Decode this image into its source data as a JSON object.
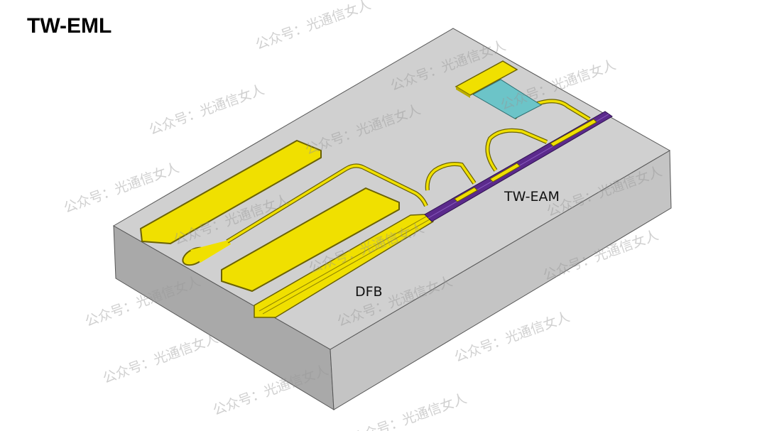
{
  "title": "TW-EML",
  "labels": {
    "eam": "TW-EAM",
    "dfb": "DFB"
  },
  "watermark": "公众号：光通信女人",
  "colors": {
    "chip_top": "#cfcfcf",
    "gold": "#f2e000",
    "waveguide": "#5b2a8c",
    "cyan_pad": "#6cc4c8"
  }
}
